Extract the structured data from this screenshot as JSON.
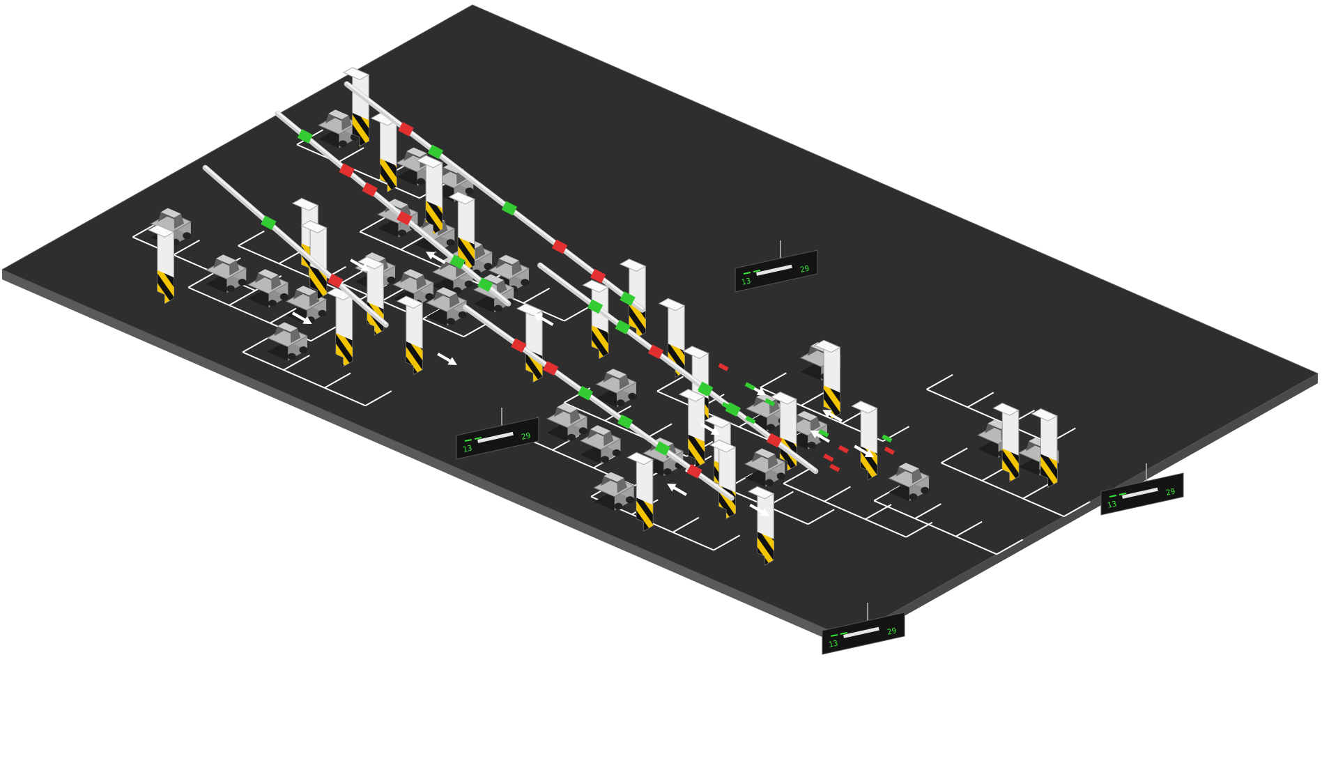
{
  "scene": {
    "lot_floor_color": "#2e2e2e",
    "lot_edge_color": "#555555",
    "line_color": "#ffffff",
    "car_color": "#b9b9b9",
    "pillar_color": "#eeeeee",
    "hazard_yellow": "#f2c400",
    "hazard_black": "#111111",
    "indicator_green": "#33cc33",
    "indicator_red": "#e23030",
    "sign_bg": "#141414",
    "sign_green": "#37e637",
    "sign_white": "#e6e6e6"
  },
  "signs": [
    {
      "left_count": "13",
      "right_count": "29"
    },
    {
      "left_count": "13",
      "right_count": "29"
    },
    {
      "left_count": "13",
      "right_count": "29"
    },
    {
      "left_count": "13",
      "right_count": "29"
    }
  ]
}
